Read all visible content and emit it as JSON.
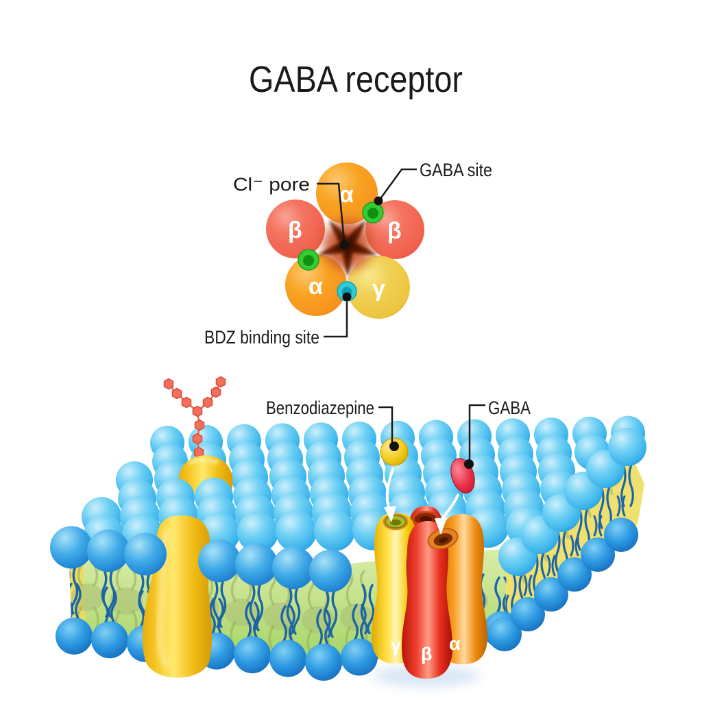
{
  "title": "GABA  receptor",
  "top_view": {
    "labels": {
      "cl_pore": "Cl⁻ pore",
      "gaba_site": "GABA site",
      "bdz_site": "BDZ binding site"
    },
    "subunits": [
      {
        "name": "alpha-top",
        "symbol": "α"
      },
      {
        "name": "beta-left",
        "symbol": "β"
      },
      {
        "name": "beta-right",
        "symbol": "β"
      },
      {
        "name": "alpha-lower",
        "symbol": "α"
      },
      {
        "name": "gamma",
        "symbol": "γ"
      }
    ]
  },
  "membrane_view": {
    "labels": {
      "benzodiazepine": "Benzodiazepine",
      "gaba": "GABA"
    },
    "receptor_subunits": [
      {
        "name": "gamma",
        "symbol": "γ"
      },
      {
        "name": "beta",
        "symbol": "β"
      },
      {
        "name": "alpha",
        "symbol": "α"
      }
    ]
  },
  "colors": {
    "alpha_subunit_orange": "#F7941E",
    "beta_subunit_red": "#F1604C",
    "gamma_subunit_yellow": "#EDC53F",
    "gaba_site_green": "#34CB34",
    "bdz_site_cyan": "#30C9D4",
    "pore_dark": "#5E1A04",
    "membrane_head_blue": "#45BCEE",
    "lipid_interior_green": "#BCDC80",
    "membrane_protein_yellow": "#F6C51C",
    "glycan_salmon": "#F2705C",
    "benzodiazepine_yellow": "#F2CB16",
    "gaba_ligand_red": "#E83048",
    "label_text": "#1A1A1A"
  }
}
